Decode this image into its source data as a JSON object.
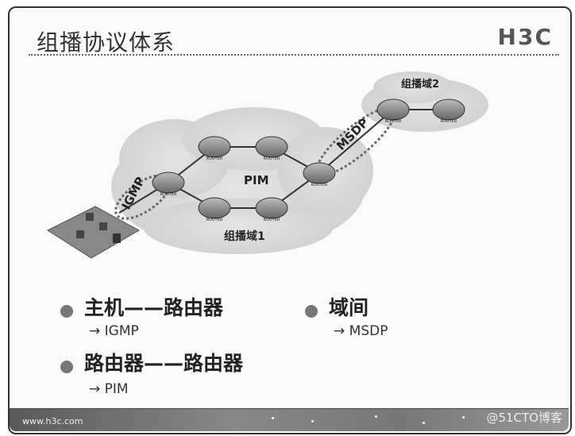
{
  "slide": {
    "title": "组播协议体系",
    "logo": "H3C"
  },
  "diagram": {
    "domain2_label": "组播域2",
    "domain1_label": "组播域1",
    "pim_label": "PIM",
    "igmp_label": "IGMP",
    "msdp_label": "MSDP",
    "router_tag": "ROUTER"
  },
  "bullets": {
    "host_router": "主机——路由器",
    "host_router_sub": "→ IGMP",
    "router_router": "路由器——路由器",
    "router_router_sub": "→ PIM",
    "inter_domain": "域间",
    "inter_domain_sub": "→ MSDP"
  },
  "footer": {
    "url": "www.h3c.com",
    "watermark": "@51CTO博客"
  }
}
